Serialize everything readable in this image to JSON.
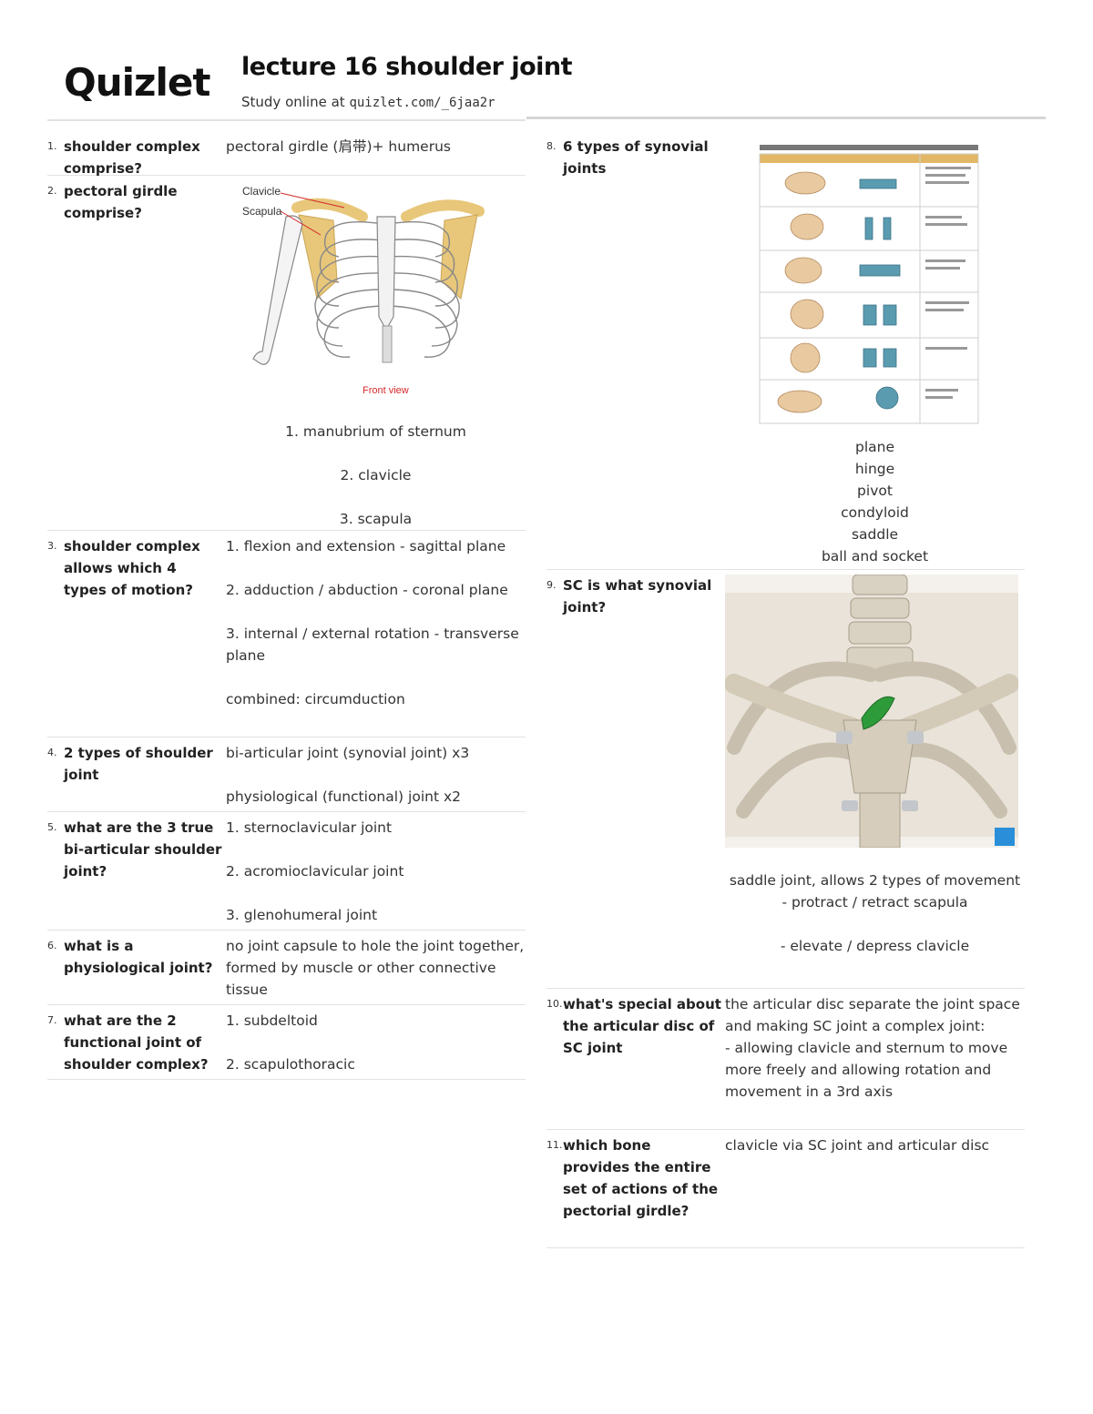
{
  "header": {
    "logo": "Quizlet",
    "title": "lecture 16 shoulder joint",
    "study_prefix": "Study online at ",
    "study_url": "quizlet.com/_6jaa2r"
  },
  "cards": [
    {
      "num": "1.",
      "term": "shoulder complex comprise?",
      "def_lines": [
        "pectoral girdle (肩带)+ humerus"
      ]
    },
    {
      "num": "2.",
      "term": "pectoral girdle comprise?",
      "image_labels": {
        "clavicle": "Clavicle",
        "scapula": "Scapula",
        "view": "Front view"
      },
      "def_lines": [
        "1. manubrium of sternum",
        "2. clavicle",
        "3. scapula"
      ]
    },
    {
      "num": "3.",
      "term": "shoulder complex allows which 4 types of motion?",
      "def_lines": [
        "1. flexion and extension - sagittal plane",
        "2. adduction / abduction - coronal plane",
        "3. internal / external rotation - transverse plane",
        "combined: circumduction"
      ]
    },
    {
      "num": "4.",
      "term": "2 types of shoulder joint",
      "def_lines": [
        "bi-articular joint (synovial joint) x3",
        "physiological (functional) joint x2"
      ]
    },
    {
      "num": "5.",
      "term": "what are the 3 true bi-articular shoulder joint?",
      "def_lines": [
        "1. sternoclavicular joint",
        "2. acromioclavicular joint",
        "3. glenohumeral joint"
      ]
    },
    {
      "num": "6.",
      "term": "what is a physiological joint?",
      "def_lines": [
        "no joint capsule to hole the joint together, formed by muscle or other connective tissue"
      ]
    },
    {
      "num": "7.",
      "term": "what are the 2 functional joint of shoulder complex?",
      "def_lines": [
        "1. subdeltoid",
        "2. scapulothoracic"
      ]
    },
    {
      "num": "8.",
      "term": "6 types of synovial joints",
      "def_lines": [
        "plane",
        "hinge",
        "pivot",
        "condyloid",
        "saddle",
        "ball and socket"
      ]
    },
    {
      "num": "9.",
      "term": "SC is what synovial joint?",
      "def_lines": [
        "saddle joint, allows 2 types of movement",
        "- protract / retract scapula",
        "- elevate / depress clavicle"
      ]
    },
    {
      "num": "10.",
      "term": "what's special about the articular disc of SC joint",
      "def_lines": [
        "the articular disc separate the joint space and making SC joint a complex joint:",
        "- allowing clavicle and sternum to move more freely and allowing rotation and movement in a 3rd axis"
      ]
    },
    {
      "num": "11.",
      "term": "which bone provides the entire set of actions of the pectorial girdle?",
      "def_lines": [
        "clavicle via SC joint and articular disc"
      ]
    }
  ],
  "colors": {
    "accent_bone": "#e8c77a",
    "label_red": "#d62828",
    "disc_green": "#2e9b3a",
    "table_header": "#e2b765"
  }
}
